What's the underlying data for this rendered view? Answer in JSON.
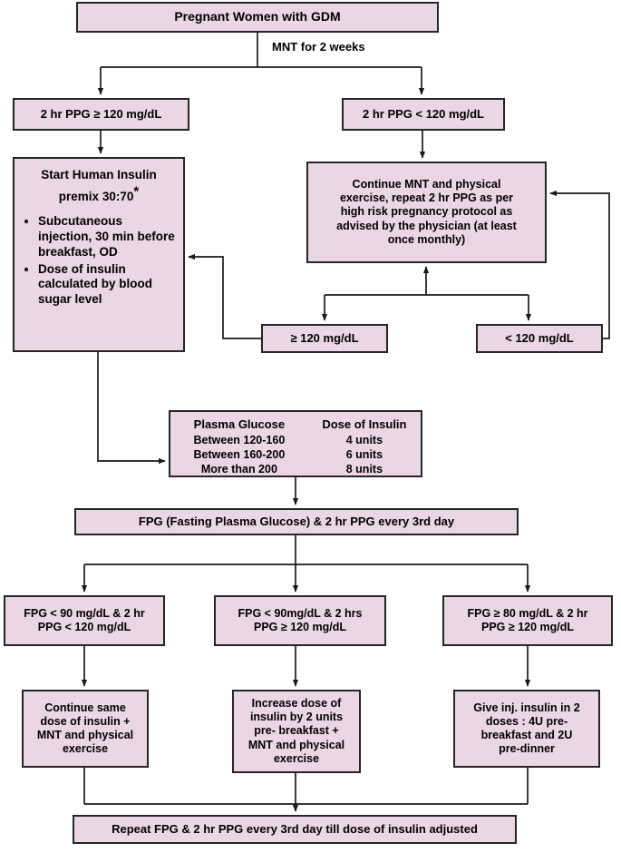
{
  "theme": {
    "box_fill": "#ead6e4",
    "box_border": "#262626",
    "text_color": "#000000",
    "background": "#ffffff"
  },
  "chart_data": {
    "type": "diagram",
    "title": "GDM management flowchart",
    "nodes": [
      {
        "id": "root",
        "label": "Pregnant Women with GDM"
      },
      {
        "id": "ppg_ge",
        "label": "2 hr PPG ≥ 120 mg/dL"
      },
      {
        "id": "ppg_lt",
        "label": "2 hr PPG < 120 mg/dL"
      },
      {
        "id": "insulin",
        "label": "Start Human Insulin premix 30:70*"
      },
      {
        "id": "continue",
        "label": "Continue MNT and physical exercise, repeat 2 hr PPG as per high risk pregnancy protocol as advised by the physician (at least once monthly)"
      },
      {
        "id": "ge120",
        "label": "≥ 120 mg/dL"
      },
      {
        "id": "lt120",
        "label": "< 120 mg/dL"
      },
      {
        "id": "table",
        "label": "Plasma Glucose / Dose of Insulin"
      },
      {
        "id": "fpg_row",
        "label": "FPG (Fasting Plasma Glucose) & 2 hr PPG every 3rd day"
      },
      {
        "id": "d1",
        "label": "FPG < 90 mg/dL & 2 hr PPG < 120 mg/dL"
      },
      {
        "id": "d2",
        "label": "FPG < 90mg/dL & 2 hrs PPG ≥ 120 mg/dL"
      },
      {
        "id": "d3",
        "label": "FPG ≥ 80 mg/dL & 2 hr PPG ≥ 120 mg/dL"
      },
      {
        "id": "a1",
        "label": "Continue same dose of insulin + MNT and physical exercise"
      },
      {
        "id": "a2",
        "label": "Increase dose of insulin by 2 units pre- breakfast + MNT and physical exercise"
      },
      {
        "id": "a3",
        "label": "Give inj. insulin in 2 doses : 4U pre-breakfast and 2U pre-dinner"
      },
      {
        "id": "bottom",
        "label": "Repeat FPG & 2 hr PPG every 3rd day till dose of insulin adjusted"
      }
    ],
    "edges": [
      {
        "from": "root",
        "to": "ppg_ge",
        "label": "MNT for 2 weeks"
      },
      {
        "from": "root",
        "to": "ppg_lt",
        "label": "MNT for 2 weeks"
      },
      {
        "from": "ppg_ge",
        "to": "insulin",
        "label": ""
      },
      {
        "from": "ppg_lt",
        "to": "continue",
        "label": ""
      },
      {
        "from": "continue",
        "to": "ge120",
        "label": ""
      },
      {
        "from": "continue",
        "to": "lt120",
        "label": ""
      },
      {
        "from": "ge120",
        "to": "insulin",
        "label": ""
      },
      {
        "from": "lt120",
        "to": "continue",
        "label": ""
      },
      {
        "from": "insulin",
        "to": "table",
        "label": ""
      },
      {
        "from": "table",
        "to": "fpg_row",
        "label": ""
      },
      {
        "from": "fpg_row",
        "to": "d1",
        "label": ""
      },
      {
        "from": "fpg_row",
        "to": "d2",
        "label": ""
      },
      {
        "from": "fpg_row",
        "to": "d3",
        "label": ""
      },
      {
        "from": "d1",
        "to": "a1",
        "label": ""
      },
      {
        "from": "d2",
        "to": "a2",
        "label": ""
      },
      {
        "from": "d3",
        "to": "a3",
        "label": ""
      },
      {
        "from": "a1",
        "to": "bottom",
        "label": ""
      },
      {
        "from": "a2",
        "to": "bottom",
        "label": ""
      },
      {
        "from": "a3",
        "to": "bottom",
        "label": ""
      }
    ]
  },
  "root": {
    "title": "Pregnant Women with GDM"
  },
  "edge_labels": {
    "mnt_2_weeks": "MNT for 2 weeks"
  },
  "branch": {
    "ppg_high": "2 hr PPG ≥ 120 mg/dL",
    "ppg_low": "2 hr PPG < 120 mg/dL"
  },
  "insulin_box": {
    "header_line1": "Start Human Insulin",
    "header_line2": "premix 30:70",
    "header_superscript": "*",
    "bullets": [
      "Subcutaneous injection, 30 min before breakfast, OD",
      "Dose of insulin calculated by blood sugar level"
    ]
  },
  "continue_box": {
    "text": "Continue MNT and physical exercise, repeat 2 hr PPG as per high risk pregnancy protocol as advised by the physician (at least once monthly)",
    "lines": [
      "Continue MNT and physical",
      "exercise, repeat 2 hr PPG as per",
      "high risk pregnancy protocol as",
      "advised by the physician (at least",
      "once monthly)"
    ]
  },
  "recheck": {
    "ge_120": "≥ 120 mg/dL",
    "lt_120": "< 120 mg/dL"
  },
  "dose_table": {
    "headers": [
      "Plasma Glucose",
      "Dose of Insulin"
    ],
    "rows": [
      [
        "Between 120-160",
        "4 units"
      ],
      [
        "Between 160-200",
        "6 units"
      ],
      [
        "More than 200",
        "8 units"
      ]
    ]
  },
  "monitor": {
    "label": "FPG (Fasting Plasma Glucose) & 2 hr PPG every 3rd day"
  },
  "decisions": [
    {
      "line1": "FPG < 90 mg/dL & 2 hr",
      "line2": "PPG < 120 mg/dL"
    },
    {
      "line1": "FPG < 90mg/dL & 2 hrs",
      "line2": "PPG ≥ 120 mg/dL"
    },
    {
      "line1": "FPG ≥ 80 mg/dL & 2 hr",
      "line2": "PPG ≥ 120 mg/dL"
    }
  ],
  "actions": [
    {
      "lines": [
        "Continue same",
        "dose of insulin +",
        "MNT and physical",
        "exercise"
      ]
    },
    {
      "lines": [
        "Increase dose of",
        "insulin by 2 units",
        "pre- breakfast +",
        "MNT and physical",
        "exercise"
      ]
    },
    {
      "lines": [
        "Give inj. insulin in 2",
        "doses : 4U pre-",
        "breakfast and 2U",
        "pre-dinner"
      ]
    }
  ],
  "footer": {
    "label": "Repeat FPG & 2 hr PPG every 3rd day till dose of insulin adjusted"
  }
}
